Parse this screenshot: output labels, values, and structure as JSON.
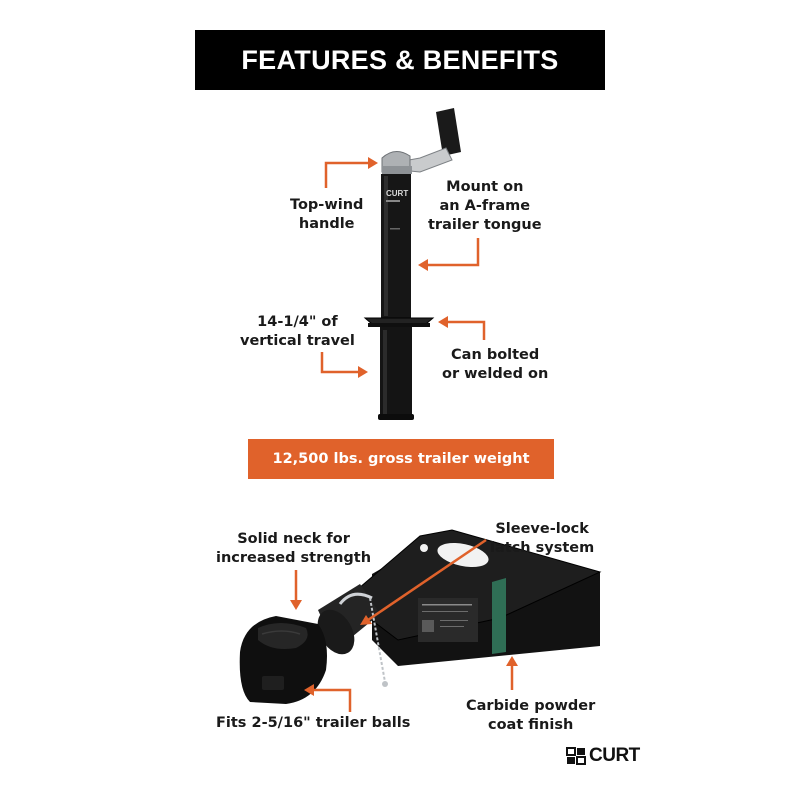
{
  "header": {
    "title": "FEATURES & BENEFITS"
  },
  "jack_callouts": {
    "top_wind": [
      "Top-wind",
      "handle"
    ],
    "mount": [
      "Mount on",
      "an A-frame",
      "trailer tongue"
    ],
    "travel": [
      "14-1/4\" of",
      "vertical travel"
    ],
    "bolted": [
      "Can bolted",
      "or welded on"
    ]
  },
  "banner": {
    "text": "12,500 lbs. gross trailer weight"
  },
  "coupler_callouts": {
    "neck": [
      "Solid neck for",
      "increased strength"
    ],
    "latch": [
      "Sleeve-lock",
      "latch system"
    ],
    "balls": [
      "Fits 2-5/16\" trailer balls"
    ],
    "finish": [
      "Carbide powder",
      "coat finish"
    ]
  },
  "brand": {
    "logo_text": "CURT",
    "jack_label": "CURT"
  },
  "colors": {
    "accent": "#e0622b",
    "header_bg": "#000000",
    "product": "#151515"
  }
}
